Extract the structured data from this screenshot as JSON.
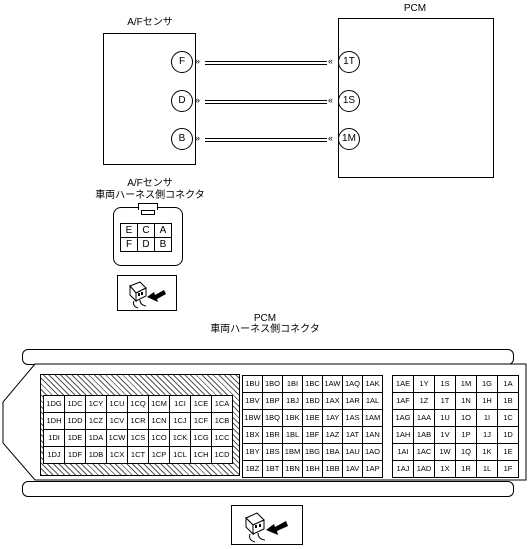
{
  "af_sensor": {
    "title": "A/Fセンサ",
    "pins": [
      "F",
      "D",
      "B"
    ]
  },
  "pcm": {
    "title": "PCM",
    "pins": [
      "1T",
      "1S",
      "1M"
    ]
  },
  "af_connector": {
    "label_line1": "A/Fセンサ",
    "label_line2": "車両ハーネス側コネクタ",
    "rows": [
      [
        "E",
        "C",
        "A"
      ],
      [
        "F",
        "D",
        "B"
      ]
    ]
  },
  "pcm_connector": {
    "label_line1": "PCM",
    "label_line2": "車両ハーネス側コネクタ",
    "block1": [
      [
        "1DG",
        "1DC",
        "1CY",
        "1CU",
        "1CQ",
        "1CM",
        "1CI",
        "1CE",
        "1CA"
      ],
      [
        "1DH",
        "1DD",
        "1CZ",
        "1CV",
        "1CR",
        "1CN",
        "1CJ",
        "1CF",
        "1CB"
      ],
      [
        "1DI",
        "1DE",
        "1DA",
        "1CW",
        "1CS",
        "1CO",
        "1CK",
        "1CG",
        "1CC"
      ],
      [
        "1DJ",
        "1DF",
        "1DB",
        "1CX",
        "1CT",
        "1CP",
        "1CL",
        "1CH",
        "1CD"
      ]
    ],
    "block2_upper": [
      [
        "1BU",
        "1BO",
        "1BI",
        "1BC",
        "1AW",
        "1AQ",
        "1AK"
      ],
      [
        "1BV",
        "1BP",
        "1BJ",
        "1BD",
        "1AX",
        "1AR",
        "1AL"
      ],
      [
        "1BW",
        "1BQ",
        "1BK",
        "1BE",
        "1AY",
        "1AS",
        "1AM"
      ]
    ],
    "block2_lower": [
      [
        "1BX",
        "1BR",
        "1BL",
        "1BF",
        "1AZ",
        "1AT",
        "1AN"
      ],
      [
        "1BY",
        "1BS",
        "1BM",
        "1BG",
        "1BA",
        "1AU",
        "1AO"
      ],
      [
        "1BZ",
        "1BT",
        "1BN",
        "1BH",
        "1BB",
        "1AV",
        "1AP"
      ]
    ],
    "block3_upper": [
      [
        "1AE",
        "1Y",
        "1S",
        "1M",
        "1G",
        "1A"
      ],
      [
        "1AF",
        "1Z",
        "1T",
        "1N",
        "1H",
        "1B"
      ],
      [
        "1AG",
        "1AA",
        "1U",
        "1O",
        "1I",
        "1C"
      ]
    ],
    "block3_lower": [
      [
        "1AH",
        "1AB",
        "1V",
        "1P",
        "1J",
        "1D"
      ],
      [
        "1AI",
        "1AC",
        "1W",
        "1Q",
        "1K",
        "1E"
      ],
      [
        "1AJ",
        "1AD",
        "1X",
        "1R",
        "1L",
        "1F"
      ]
    ]
  }
}
